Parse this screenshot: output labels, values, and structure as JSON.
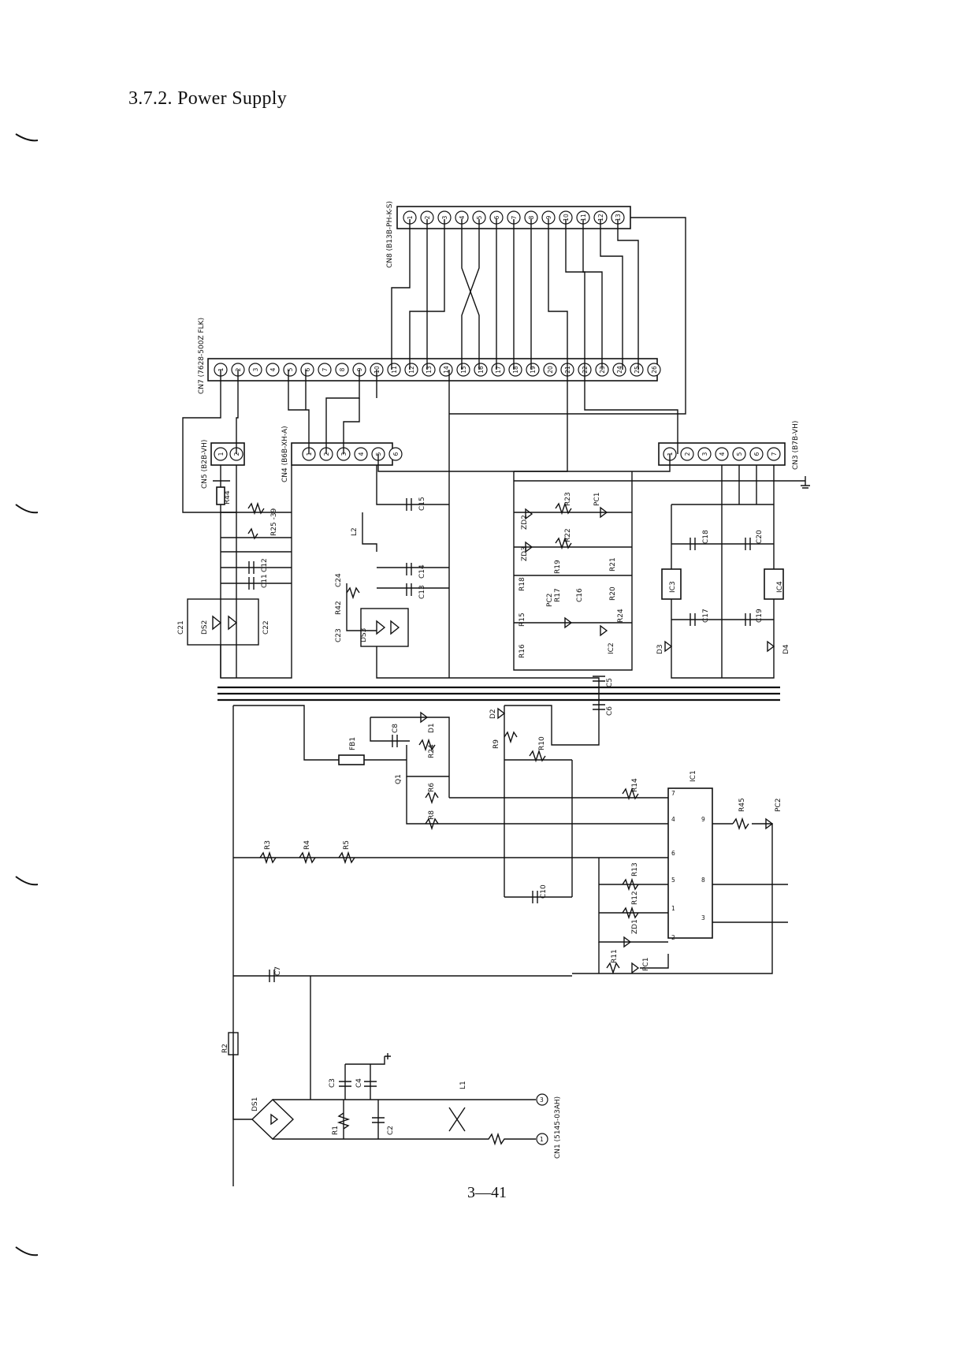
{
  "title": "3.7.2. Power Supply",
  "page_number": "3—41",
  "connectors": {
    "cn8": {
      "label": "CN8 (B13B-PH-K-S)",
      "pins": [
        "1",
        "2",
        "3",
        "4",
        "5",
        "6",
        "7",
        "8",
        "9",
        "10",
        "11",
        "12",
        "13"
      ]
    },
    "cn7": {
      "label": "CN7 (7628-500Z FLK)",
      "pins": [
        "1",
        "2",
        "3",
        "4",
        "5",
        "6",
        "7",
        "8",
        "9",
        "10",
        "11",
        "12",
        "13",
        "14",
        "15",
        "16",
        "17",
        "18",
        "19",
        "20",
        "21",
        "22",
        "23",
        "24",
        "25",
        "26"
      ]
    },
    "cn5": {
      "label": "CN5 (B2B-VH)",
      "pins": [
        "1",
        "2"
      ]
    },
    "cn4": {
      "label": "CN4 (B6B-XH-A)",
      "pins": [
        "1",
        "2",
        "3",
        "4",
        "5",
        "6"
      ]
    },
    "cn3": {
      "label": "CN3 (B7B-VH)",
      "pins": [
        "1",
        "2",
        "3",
        "4",
        "5",
        "6",
        "7"
      ]
    },
    "cn1": {
      "label": "CN1 (5145-03AH)",
      "pins": [
        "1",
        "3"
      ]
    }
  },
  "components": {
    "R44": "R44",
    "R25": "R25\n-39",
    "C12": "C12",
    "C11": "C11",
    "C21": "C21",
    "DS2": "DS2",
    "C22": "C22",
    "L2": "L2",
    "C15": "C15",
    "C14": "C14",
    "C13": "C13",
    "C24": "C24",
    "R42": "R42",
    "C23": "C23",
    "DS3": "DS3",
    "ZD2": "ZD2",
    "R23": "R23",
    "PC1_top": "PC1",
    "ZD3": "ZD3",
    "R22": "R22",
    "R19": "R19",
    "R21": "R21",
    "R18": "R18",
    "R17": "R17",
    "PC2_top": "PC2",
    "C16": "C16",
    "R20": "R20",
    "R15": "R15",
    "R24_top": "R24",
    "R16": "R16",
    "IC2": "IC2",
    "C5": "C5",
    "C18": "C18",
    "C20": "C20",
    "IC3": "IC3",
    "IC4": "IC4",
    "C17": "C17",
    "C19": "C19",
    "D3": "D3",
    "D4": "D4",
    "C6": "C6",
    "D2": "D2",
    "C8": "C8",
    "D1": "D1",
    "R24_bot": "R24",
    "FB1": "FB1",
    "Q1": "Q1",
    "R9": "R9",
    "R10": "R10",
    "R6": "R6",
    "R8": "R8",
    "R14": "R14",
    "IC1": "IC1",
    "R45": "R45",
    "PC2_bot": "PC2",
    "R3": "R3",
    "R4": "R4",
    "R5": "R5",
    "R13": "R13",
    "C10": "C10",
    "R12": "R12",
    "ZD1": "ZD1",
    "R11": "R11",
    "PC1_bot": "PC1",
    "C7": "C7",
    "R2": "R2",
    "DS1": "DS1",
    "C3": "C3",
    "C4": "C4",
    "R1": "R1",
    "C2": "C2",
    "L1": "L1"
  },
  "ic1_pins": [
    "7",
    "4",
    "9",
    "6",
    "5",
    "8",
    "1",
    "3",
    "2"
  ]
}
